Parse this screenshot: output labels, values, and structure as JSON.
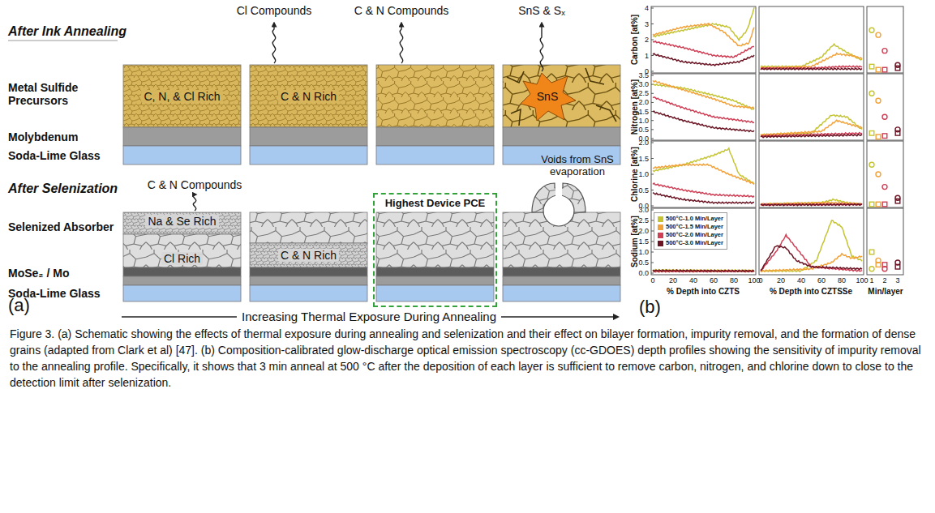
{
  "diagram": {
    "caption": "Figure 3. (a) Schematic showing the effects of thermal exposure during annealing and selenization and their effect on bilayer formation, impurity removal, and the formation of dense grains (adapted from Clark et al) [47]. (b) Composition-calibrated glow-discharge optical emission spectroscopy (cc-GDOES) depth profiles showing the sensitivity of impurity removal to the annealing profile. Specifically, it shows that 3 min anneal at 500 °C after the deposition of each layer is sufficient to remove carbon, nitrogen, and chlorine down to close to the detection limit after selenization.",
    "nodes": [
      {
        "text": [
          "C, N, & Cl Rich"
        ]
      },
      {
        "text": [
          "C & N Rich"
        ]
      },
      {
        "text": [
          "SnS"
        ]
      },
      {
        "text": [
          "Na & Se Rich",
          "Cl Rich"
        ]
      },
      {
        "text": [
          "C & N Rich"
        ]
      },
      {
        "text": [
          "Highest Device PCE"
        ]
      }
    ],
    "labels": [
      "After Ink Annealing",
      "Cl Compounds",
      "C & N Compounds",
      "SnS & Sₓ",
      "Metal Sulfide Precursors",
      "Molybdenum",
      "Soda-Lime Glass",
      "After Selenization",
      "C & N Compounds",
      "Voids from SnS evaporation",
      "Selenized Absorber",
      "MoSe₂ / Mo",
      "Soda-Lime Glass",
      "Increasing Thermal Exposure During Annealing",
      "(a)",
      "Carbon [at%]",
      "4",
      "3",
      "2",
      "1",
      "0",
      "Nitrogen [at%]",
      "3.5",
      "3.0",
      "2.5",
      "2.0",
      "1.5",
      "1.0",
      "0.5",
      "0.0",
      "Chlorine [at%]",
      "2.0",
      "1.5",
      "1.0",
      "0.5",
      "0.0",
      "Sodium [at%]",
      "3.0",
      "2.5",
      "2.0",
      "1.5",
      "1.0",
      "0.5",
      "0.0",
      "0",
      "20",
      "40",
      "60",
      "80",
      "100",
      "0",
      "20",
      "40",
      "60",
      "80",
      "100",
      "1",
      "2",
      "3",
      "% Depth into CZTS",
      "% Depth into CZTSSe",
      "Min/layer",
      "(b)"
    ],
    "legend": [
      {
        "text": "500°C-1.0 Min/Layer",
        "color": "#c4c434"
      },
      {
        "text": "500°C-1.5 Min/Layer",
        "color": "#f2a23a"
      },
      {
        "text": "500°C-2.0 Min/Layer",
        "color": "#cf3f55"
      },
      {
        "text": "500°C-3.0 Min/Layer",
        "color": "#6b1424"
      }
    ]
  }
}
